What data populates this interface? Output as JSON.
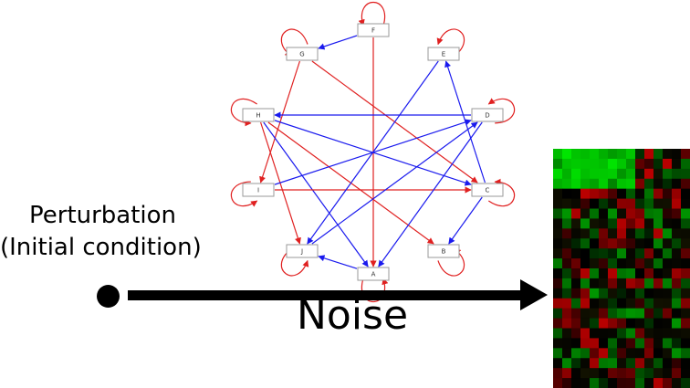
{
  "caption": {
    "perturbation_line1": "Perturbation",
    "perturbation_line2": "(Initial condition)",
    "noise": "Noise"
  },
  "colors": {
    "activation_edge": "#e02020",
    "inhibition_edge": "#1a1aee",
    "heatmap_up": "#00e000",
    "heatmap_down": "#e00000",
    "heatmap_zero": "#000000"
  },
  "network": {
    "nodes": [
      "F",
      "E",
      "D",
      "C",
      "B",
      "A",
      "J",
      "I",
      "H",
      "G"
    ],
    "self_loops": [
      "F",
      "E",
      "D",
      "C",
      "B",
      "A",
      "J",
      "I",
      "H",
      "G"
    ],
    "edges": [
      {
        "source": "F",
        "target": "A",
        "type": "activation"
      },
      {
        "source": "F",
        "target": "G",
        "type": "inhibition"
      },
      {
        "source": "G",
        "target": "C",
        "type": "activation"
      },
      {
        "source": "G",
        "target": "I",
        "type": "activation"
      },
      {
        "source": "H",
        "target": "J",
        "type": "activation"
      },
      {
        "source": "H",
        "target": "B",
        "type": "activation"
      },
      {
        "source": "H",
        "target": "C",
        "type": "inhibition"
      },
      {
        "source": "H",
        "target": "A",
        "type": "inhibition"
      },
      {
        "source": "I",
        "target": "D",
        "type": "inhibition"
      },
      {
        "source": "I",
        "target": "C",
        "type": "activation"
      },
      {
        "source": "D",
        "target": "H",
        "type": "inhibition"
      },
      {
        "source": "D",
        "target": "A",
        "type": "inhibition"
      },
      {
        "source": "E",
        "target": "J",
        "type": "inhibition"
      },
      {
        "source": "C",
        "target": "E",
        "type": "inhibition"
      },
      {
        "source": "C",
        "target": "B",
        "type": "inhibition"
      },
      {
        "source": "J",
        "target": "D",
        "type": "inhibition"
      },
      {
        "source": "A",
        "target": "J",
        "type": "inhibition"
      }
    ]
  },
  "heatmap": {
    "rows": 24,
    "cols": 15,
    "top_block_rows": 4,
    "top_block_cols": 9
  }
}
